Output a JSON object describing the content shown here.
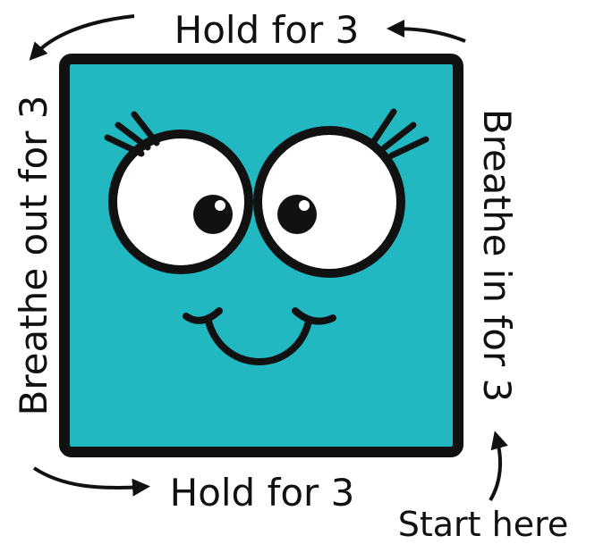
{
  "labels": {
    "top": "Hold for 3",
    "right": "Breathe in for 3",
    "bottom": "Hold for 3",
    "left": "Breathe out for 3",
    "start": "Start here"
  },
  "colors": {
    "square_fill": "#22b8c2",
    "outline": "#111111",
    "eye_white": "#ffffff"
  },
  "icons": [
    "square-face",
    "eyes",
    "eyelashes",
    "smile",
    "curved-arrow"
  ]
}
